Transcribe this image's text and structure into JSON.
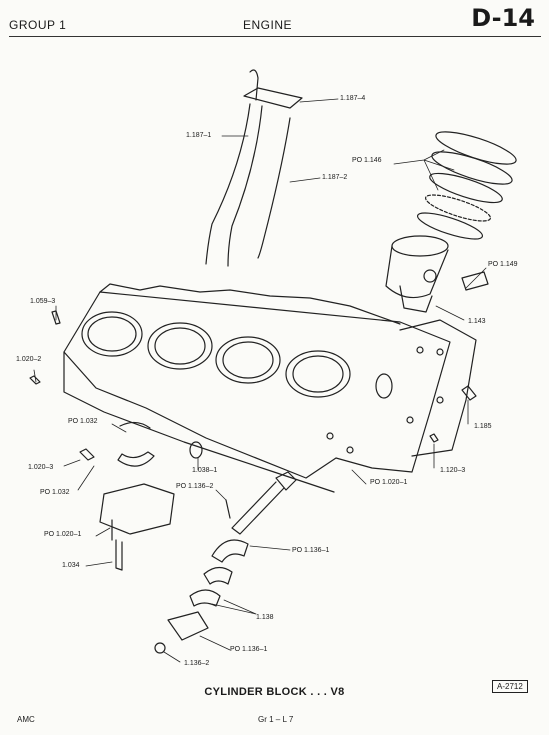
{
  "header": {
    "group": "GROUP 1",
    "section": "ENGINE",
    "page_id": "D-14"
  },
  "caption": "CYLINDER BLOCK . . . V8",
  "figure_number": "A-2712",
  "footer": {
    "left": "AMC",
    "center": "Gr 1 – L 7"
  },
  "callouts": [
    "1.187–4",
    "1.187–1",
    "1.187–2",
    "PO 1.146",
    "PO 1.149",
    "1.143",
    "1.059–3",
    "1.020–2",
    "1.185",
    "PO 1.032",
    "1.020–3",
    "PO 1.032",
    "1.038–1",
    "1.120–3",
    "PO 1.020–1",
    "PO 1.136–2",
    "PO 1.020–1",
    "PO 1.136–1",
    "1.034",
    "1.138",
    "PO 1.136–1",
    "1.136–2"
  ]
}
